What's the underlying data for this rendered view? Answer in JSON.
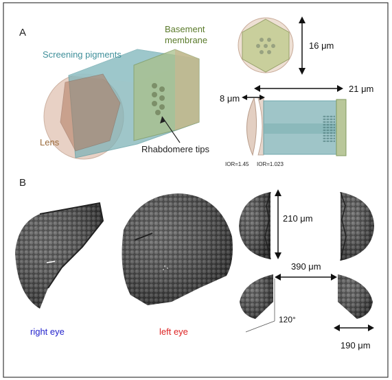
{
  "panel_a": {
    "letter": "A",
    "screening_label": "Screening pigments",
    "basement_label_line1": "Basement",
    "basement_label_line2": "membrane",
    "lens_label": "Lens",
    "rhabdomere_label": "Rhabdomere tips",
    "dim_width": "16 μm",
    "dim_lens": "8 μm",
    "dim_length": "21 μm",
    "ior_lens": "IOR=1.45",
    "ior_cone": "IOR=1.023"
  },
  "panel_b": {
    "letter": "B",
    "right_eye_label": "right eye",
    "left_eye_label": "left eye",
    "dim_height": "210 μm",
    "dim_separation": "390 μm",
    "dim_angle": "120°",
    "dim_depth": "190 μm"
  },
  "colors": {
    "screening": "#3f8f9a",
    "basement": "#5a7a2a",
    "lens": "#9a6a3a",
    "right_eye": "#2222cc",
    "left_eye": "#dd2222",
    "eye_surface": "#3c3c3c"
  }
}
